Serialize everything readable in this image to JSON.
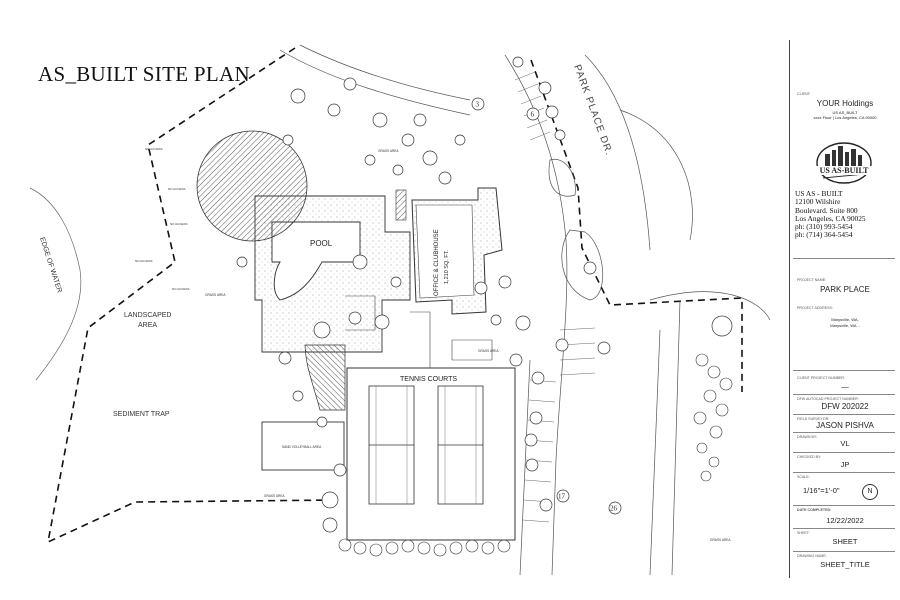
{
  "plan": {
    "title": "AS_BUILT SITE PLAN",
    "labels": {
      "pool": "POOL",
      "office": "OFFICE & CLUBHOUSE",
      "office_area": "1,210 SQ. FT.",
      "tennis": "TENNIS COURTS",
      "landscaped": "LANDSCAPED",
      "landscaped2": "AREA",
      "sediment": "SEDIMENT TRAP",
      "edge_water": "EDGE OF WATER",
      "street": "PARK PLACE DR.",
      "volleyball": "SAND VOLLEYBALL AREA",
      "grass": "GRASS AREA",
      "no_access": "NO ACCESS"
    },
    "parking_numbers": [
      "3",
      "6",
      "17",
      "26"
    ]
  },
  "title_block": {
    "client_label": "CLIENT:",
    "client_name": "YOUR Holdings",
    "client_line1": "US AS_BUILT",
    "client_line2": "xxxx Floor | Los Angeles, CA 90000",
    "logo_text": "US AS-BUILT",
    "company": {
      "name": "US AS - BUILT",
      "street": "12100 Wilshire",
      "suite": "Boulevard. Suite 800",
      "city": "Los Angeles, CA 90025",
      "phone1": "ph: (310) 993-5454",
      "phone2": "ph: (714) 364-5454"
    },
    "project_name_label": "PROJECT NAME:",
    "project_name": "PARK PLACE",
    "project_address_label": "PROJECT ADDRESS:",
    "project_address1": "Marysville, WA,",
    "project_address2": "Marysville, WA ..",
    "client_project_number_label": "CLIENT PROJECT NUMBER:",
    "client_project_number": "—",
    "project_number_label": "DFW AUTOCAD PROJECT NUMBER:",
    "project_number": "DFW 202022",
    "field_surveyor_label": "FIELD SURVEYOR:",
    "field_surveyor": "JASON PISHVA",
    "drawn_by_label": "DRAWN BY:",
    "drawn_by": "VL",
    "checked_by_label": "CHECKED BY:",
    "checked_by": "JP",
    "scale_label": "SCALE:",
    "scale": "1/16\"=1'-0\"",
    "north": "N",
    "date_label": "DATE COMPLETED:",
    "date": "12/22/2022",
    "sheet_label": "SHEET:",
    "sheet": "SHEET",
    "drawing_name_label": "DRAWING NAME:",
    "drawing_name": "SHEET_TITLE"
  },
  "colors": {
    "line": "#333333",
    "hatch": "#555555",
    "paper": "#ffffff"
  }
}
